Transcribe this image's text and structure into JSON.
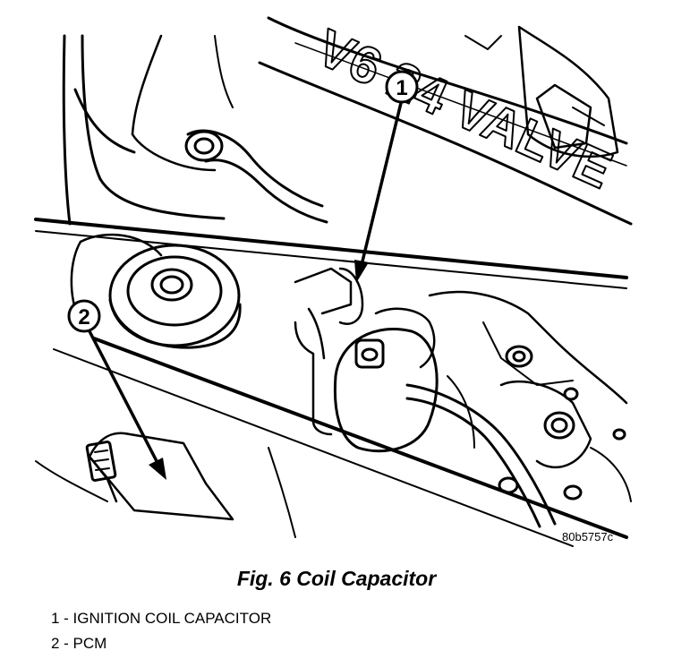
{
  "engine_lettering": "V6 24 VALVE",
  "callouts": [
    {
      "number": "1",
      "target": "ignition-coil-capacitor"
    },
    {
      "number": "2",
      "target": "pcm"
    }
  ],
  "figure_code": "80b5757c",
  "caption": "Fig. 6 Coil Capacitor",
  "legend": [
    "1 - IGNITION COIL CAPACITOR",
    "2 - PCM"
  ]
}
